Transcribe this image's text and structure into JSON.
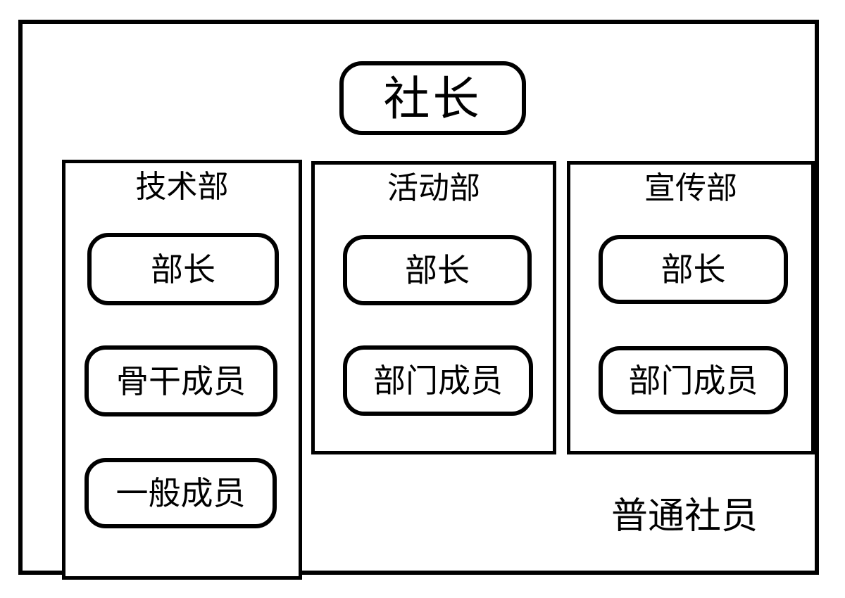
{
  "chart": {
    "president": "社长",
    "departments": [
      {
        "name": "技术部",
        "roles": [
          "部长",
          "骨干成员",
          "一般成员"
        ]
      },
      {
        "name": "活动部",
        "roles": [
          "部长",
          "部门成员"
        ]
      },
      {
        "name": "宣传部",
        "roles": [
          "部长",
          "部门成员"
        ]
      }
    ],
    "floating_label": "普通社员",
    "colors": {
      "stroke": "#000000",
      "background": "#ffffff"
    }
  }
}
